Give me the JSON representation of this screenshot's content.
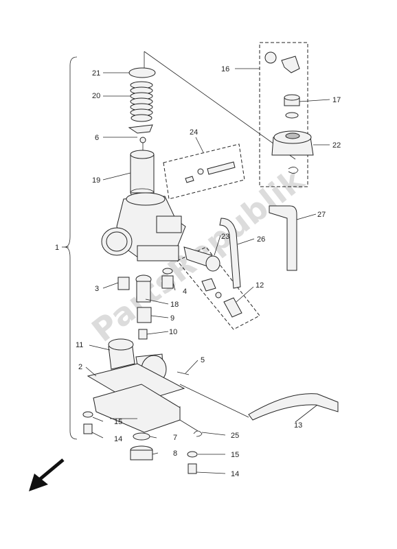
{
  "diagram": {
    "watermark": "PartsRepublik",
    "callouts": {
      "c1": "1",
      "c2": "2",
      "c3": "3",
      "c4": "4",
      "c5": "5",
      "c6": "6",
      "c7": "7",
      "c8": "8",
      "c9": "9",
      "c10": "10",
      "c11": "11",
      "c12": "12",
      "c13": "13",
      "c14a": "14",
      "c14b": "14",
      "c15a": "15",
      "c15b": "15",
      "c16": "16",
      "c17": "17",
      "c18": "18",
      "c19": "19",
      "c20": "20",
      "c21": "21",
      "c22": "22",
      "c23": "23",
      "c24": "24",
      "c25": "25",
      "c26": "26",
      "c27": "27"
    },
    "icons": {
      "direction_arrow": "arrow-down-left-icon"
    }
  }
}
